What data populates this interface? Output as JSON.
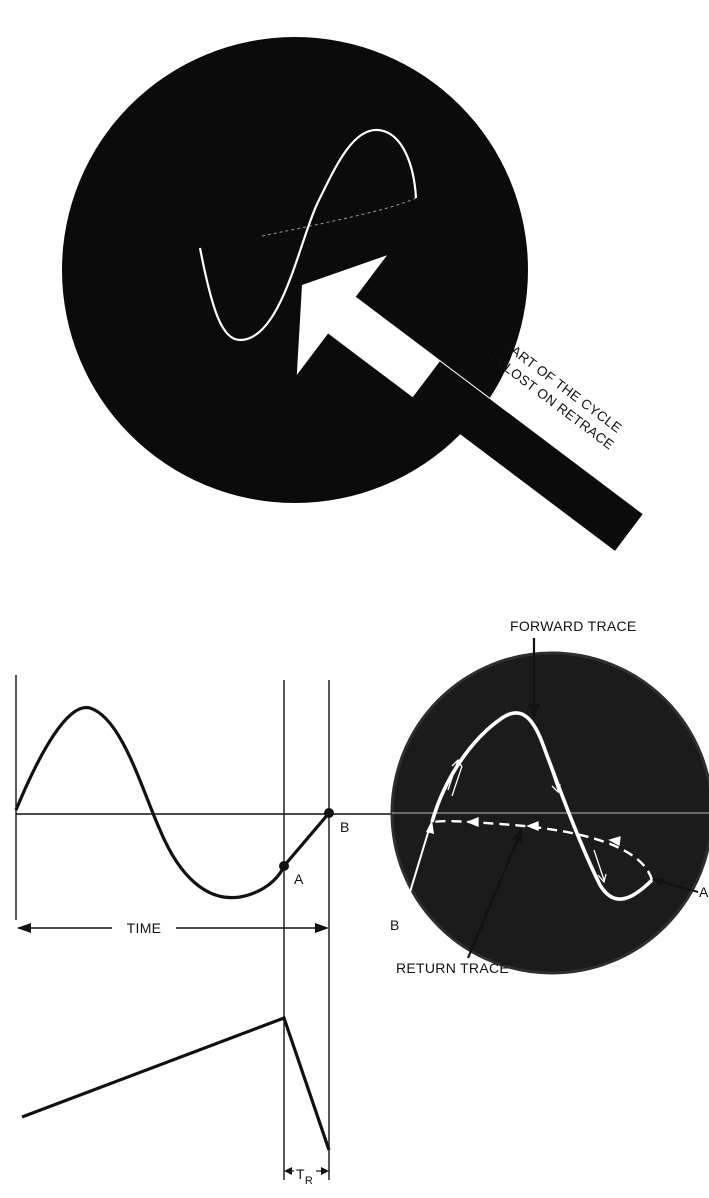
{
  "top_panel": {
    "caption_line1": "PART OF THE CYCLE",
    "caption_line2": "IS LOST ON RETRACE"
  },
  "bottom_panel": {
    "forward_trace_label": "FORWARD TRACE",
    "return_trace_label": "RETURN TRACE",
    "time_label": "TIME",
    "point_a_label": "A",
    "point_b_label": "B",
    "scope_point_a_label": "A",
    "scope_point_b_label": "B",
    "retrace_time_label": "T",
    "retrace_time_subscript": "R"
  }
}
